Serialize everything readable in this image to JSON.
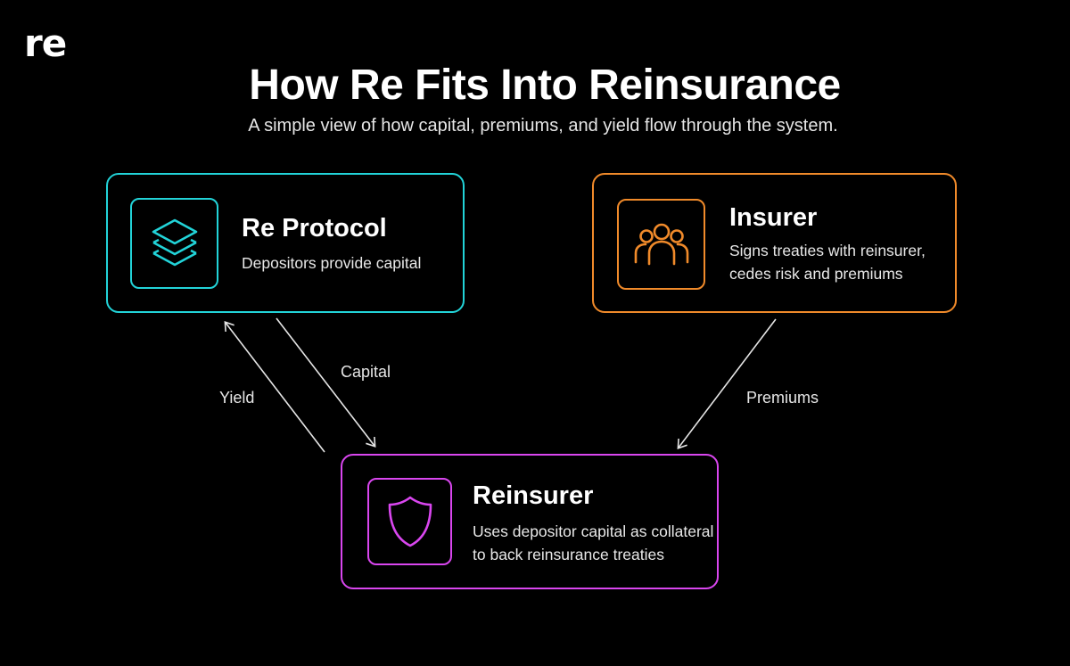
{
  "logo": "re",
  "title": "How Re Fits Into Reinsurance",
  "subtitle": "A simple view of how capital, premiums, and yield flow through the system.",
  "nodes": {
    "protocol": {
      "title": "Re Protocol",
      "desc": [
        "Depositors provide capital"
      ],
      "color": "#22d3d8",
      "icon": "layers-icon"
    },
    "insurer": {
      "title": "Insurer",
      "desc": [
        "Signs treaties with reinsurer,",
        "cedes risk and premiums"
      ],
      "color": "#f08a2a",
      "icon": "people-icon"
    },
    "reinsurer": {
      "title": "Reinsurer",
      "desc": [
        "Uses depositor capital as collateral",
        "to back reinsurance treaties"
      ],
      "color": "#d946ef",
      "icon": "shield-icon"
    }
  },
  "flows": {
    "capital": "Capital",
    "yield": "Yield",
    "premiums": "Premiums"
  }
}
